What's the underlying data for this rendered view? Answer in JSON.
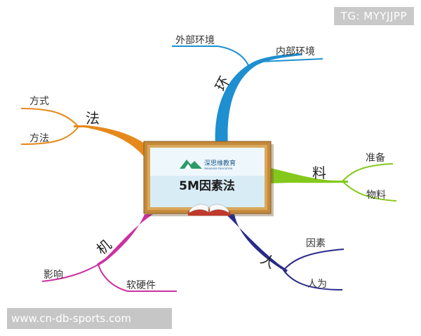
{
  "watermark": {
    "tg": "TG: MYYJJPP",
    "url": "www.cn-db-sports.com"
  },
  "center": {
    "title": "5M因素法",
    "logo_cn": "深思维教育",
    "logo_en": "PARADIGM EDUCATION"
  },
  "branches": [
    {
      "label": "环",
      "color": "#1e8fd0",
      "leaves": [
        "外部环境",
        "内部环境"
      ]
    },
    {
      "label": "法",
      "color": "#e6891c",
      "leaves": [
        "方式",
        "方法"
      ]
    },
    {
      "label": "料",
      "color": "#84c81c",
      "leaves": [
        "准备",
        "物料"
      ]
    },
    {
      "label": "机",
      "color": "#cc2f9f",
      "leaves": [
        "影响",
        "软硬件"
      ]
    },
    {
      "label": "人",
      "color": "#2a2a8a",
      "leaves": [
        "因素",
        "人为"
      ]
    }
  ]
}
